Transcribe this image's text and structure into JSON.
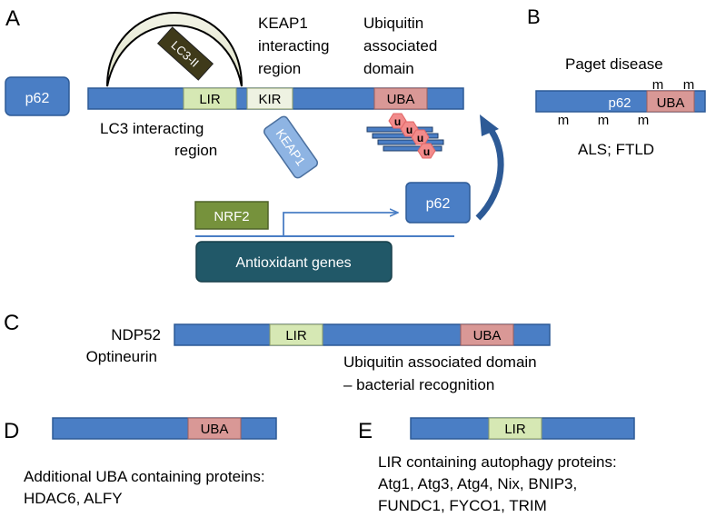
{
  "panels": {
    "a": "A",
    "b": "B",
    "c": "C",
    "d": "D",
    "e": "E"
  },
  "panel_a": {
    "p62_box": "p62",
    "lc3_ii": "LC3-II",
    "lir": "LIR",
    "kir": "KIR",
    "uba": "UBA",
    "keap1_region": [
      "KEAP1",
      "interacting",
      "region"
    ],
    "uba_domain": [
      "Ubiquitin",
      "associated",
      "domain"
    ],
    "lc3_region": [
      "LC3 interacting",
      "region"
    ],
    "keap1": "KEAP1",
    "ubiquitin_label": "u",
    "nrf2": "NRF2",
    "p62_small": "p62",
    "antioxidant": "Antioxidant genes"
  },
  "panel_b": {
    "paget": "Paget disease",
    "p62": "p62",
    "uba": "UBA",
    "mutation_label": "m",
    "als": "ALS; FTLD"
  },
  "panel_c": {
    "proteins": [
      "NDP52",
      "Optineurin"
    ],
    "lir": "LIR",
    "uba": "UBA",
    "caption": [
      "Ubiquitin associated domain",
      "– bacterial recognition"
    ]
  },
  "panel_d": {
    "uba": "UBA",
    "caption": [
      "Additional UBA containing proteins:",
      "HDAC6, ALFY"
    ]
  },
  "panel_e": {
    "lir": "LIR",
    "caption": [
      "LIR containing autophagy proteins:",
      "Atg1, Atg3, Atg4, Nix, BNIP3,",
      "FUNDC1, FYCO1, TRIM"
    ]
  },
  "colors": {
    "bar": "#4a7ec5",
    "lir": "#d6e8b4",
    "uba": "#d99896",
    "nrf2": "#76923c",
    "antioxidant": "#215868",
    "keap1": "#8eb4e3",
    "ubiquitin": "#f28b8b",
    "lc3_ii": "#3f3a1a"
  }
}
